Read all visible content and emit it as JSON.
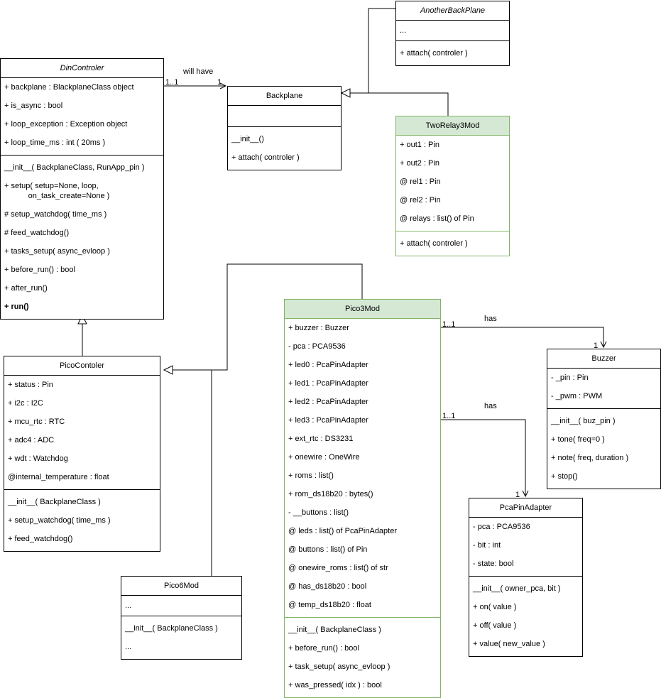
{
  "labels": {
    "will_have": "will have",
    "mult_din": "1..1",
    "mult_backplane": "1",
    "has_buzzer": "has",
    "mult_pico_buzzer": "1..1",
    "mult_buzzer": "1",
    "has_adapter": "has",
    "mult_pico_adapter": "1..1",
    "mult_adapter": "1"
  },
  "classes": {
    "din": {
      "name": "DinControler",
      "attrs": [
        "+ backplane : BlackplaneClass object",
        "+ is_async : bool",
        "+ loop_exception : Exception object",
        "+ loop_time_ms : int ( 20ms )"
      ],
      "methods": [
        "__init__( BackplaneClass, RunApp_pin )",
        "+ setup( setup=None, loop,\n           on_task_create=None )",
        "# setup_watchdog( time_ms )",
        "# feed_watchdog()",
        "+ tasks_setup( async_evloop )",
        "+ before_run() : bool",
        "+ after_run()",
        "+ run()"
      ]
    },
    "backplane": {
      "name": "Backplane",
      "methods": [
        "__init__()",
        "+ attach( controler )"
      ]
    },
    "another": {
      "name": "AnotherBackPlane",
      "attrs": [
        "..."
      ],
      "methods": [
        "+ attach( controler )"
      ]
    },
    "tworelay": {
      "name": "TwoRelay3Mod",
      "attrs": [
        "+ out1 : Pin",
        "+ out2 : Pin",
        "@ rel1 : Pin",
        "@ rel2 : Pin",
        "@ relays : list() of Pin"
      ],
      "methods": [
        "+ attach( controler )"
      ]
    },
    "pico": {
      "name": "PicoContoler",
      "attrs": [
        "+ status : Pin",
        "+ i2c : I2C",
        "+ mcu_rtc : RTC",
        "+ adc4 : ADC",
        "+ wdt : Watchdog",
        "@internal_temperature : float"
      ],
      "methods": [
        "__init__( BackplaneClass )",
        "+ setup_watchdog( time_ms )",
        "+ feed_watchdog()"
      ]
    },
    "pico3": {
      "name": "Pico3Mod",
      "attrs": [
        "+ buzzer : Buzzer",
        "- pca : PCA9536",
        "+ led0 : PcaPinAdapter",
        "+ led1 : PcaPinAdapter",
        "+ led2 : PcaPinAdapter",
        "+ led3 : PcaPinAdapter",
        "+ ext_rtc : DS3231",
        "+ onewire : OneWire",
        "+ roms : list()",
        "+ rom_ds18b20 : bytes()",
        "- __buttons : list()",
        "@ leds : list() of PcaPinAdapter",
        "@ buttons : list() of Pin",
        "@ onewire_roms : list() of str",
        "@ has_ds18b20 : bool",
        "@ temp_ds18b20 : float"
      ],
      "methods": [
        "__init__( BackplaneClass )",
        "+ before_run() : bool",
        "+ task_setup( async_evloop )",
        "+ was_pressed( idx ) : bool"
      ]
    },
    "buzzer": {
      "name": "Buzzer",
      "attrs": [
        "- _pin : Pin",
        "- _pwm : PWM"
      ],
      "methods": [
        "__init__( buz_pin )",
        "+ tone( freq=0 )",
        "+ note( freq, duration )",
        "+ stop()"
      ]
    },
    "adapter": {
      "name": "PcaPinAdapter",
      "attrs": [
        "- pca : PCA9536",
        "- bit : int",
        "- state: bool"
      ],
      "methods": [
        "__init__( owner_pca, bit )",
        "+ on( value )",
        "+ off( value )",
        "+ value( new_value )"
      ]
    },
    "pico6": {
      "name": "Pico6Mod",
      "attrs": [
        "..."
      ],
      "methods": [
        "__init__( BackplaneClass )",
        "..."
      ]
    }
  }
}
